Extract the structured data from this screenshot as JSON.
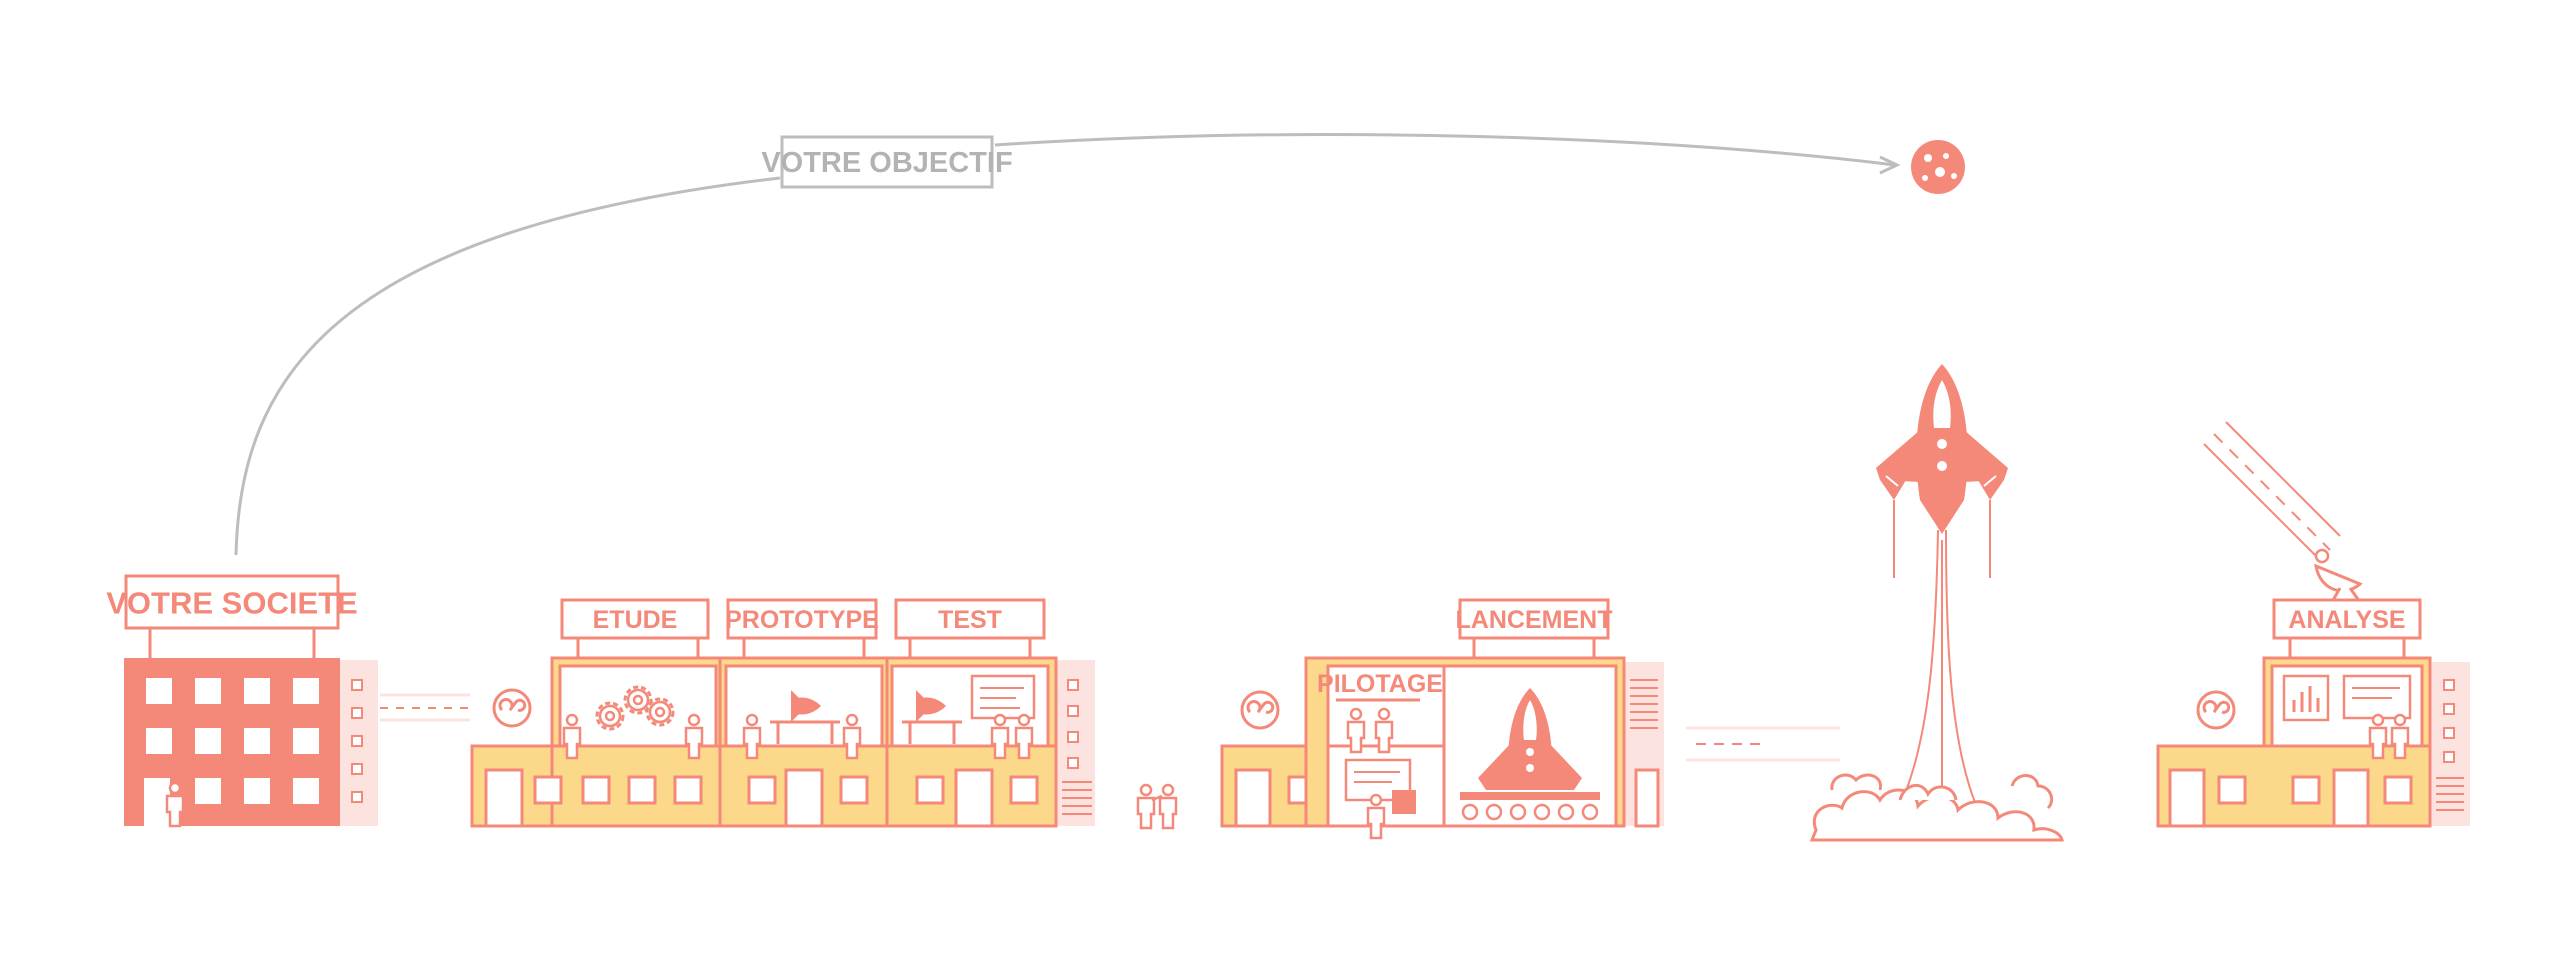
{
  "labels": {
    "objective": "VOTRE OBJECTIF",
    "company": "VOTRE SOCIETE",
    "etude": "ETUDE",
    "prototype": "PROTOTYPE",
    "test": "TEST",
    "lancement": "LANCEMENT",
    "pilotage": "PILOTAGE",
    "analyse": "ANALYSE"
  },
  "colors": {
    "salmon": "#f4897a",
    "salmon_light": "#fde3df",
    "yellow": "#fcd88a",
    "grey": "#b3b3b3",
    "white": "#ffffff"
  },
  "icons": [
    "moon-icon",
    "rocket-icon",
    "gear-icon",
    "satellite-dish-icon",
    "person-icon",
    "logo-icon",
    "chart-icon",
    "smoke-cloud-icon"
  ]
}
